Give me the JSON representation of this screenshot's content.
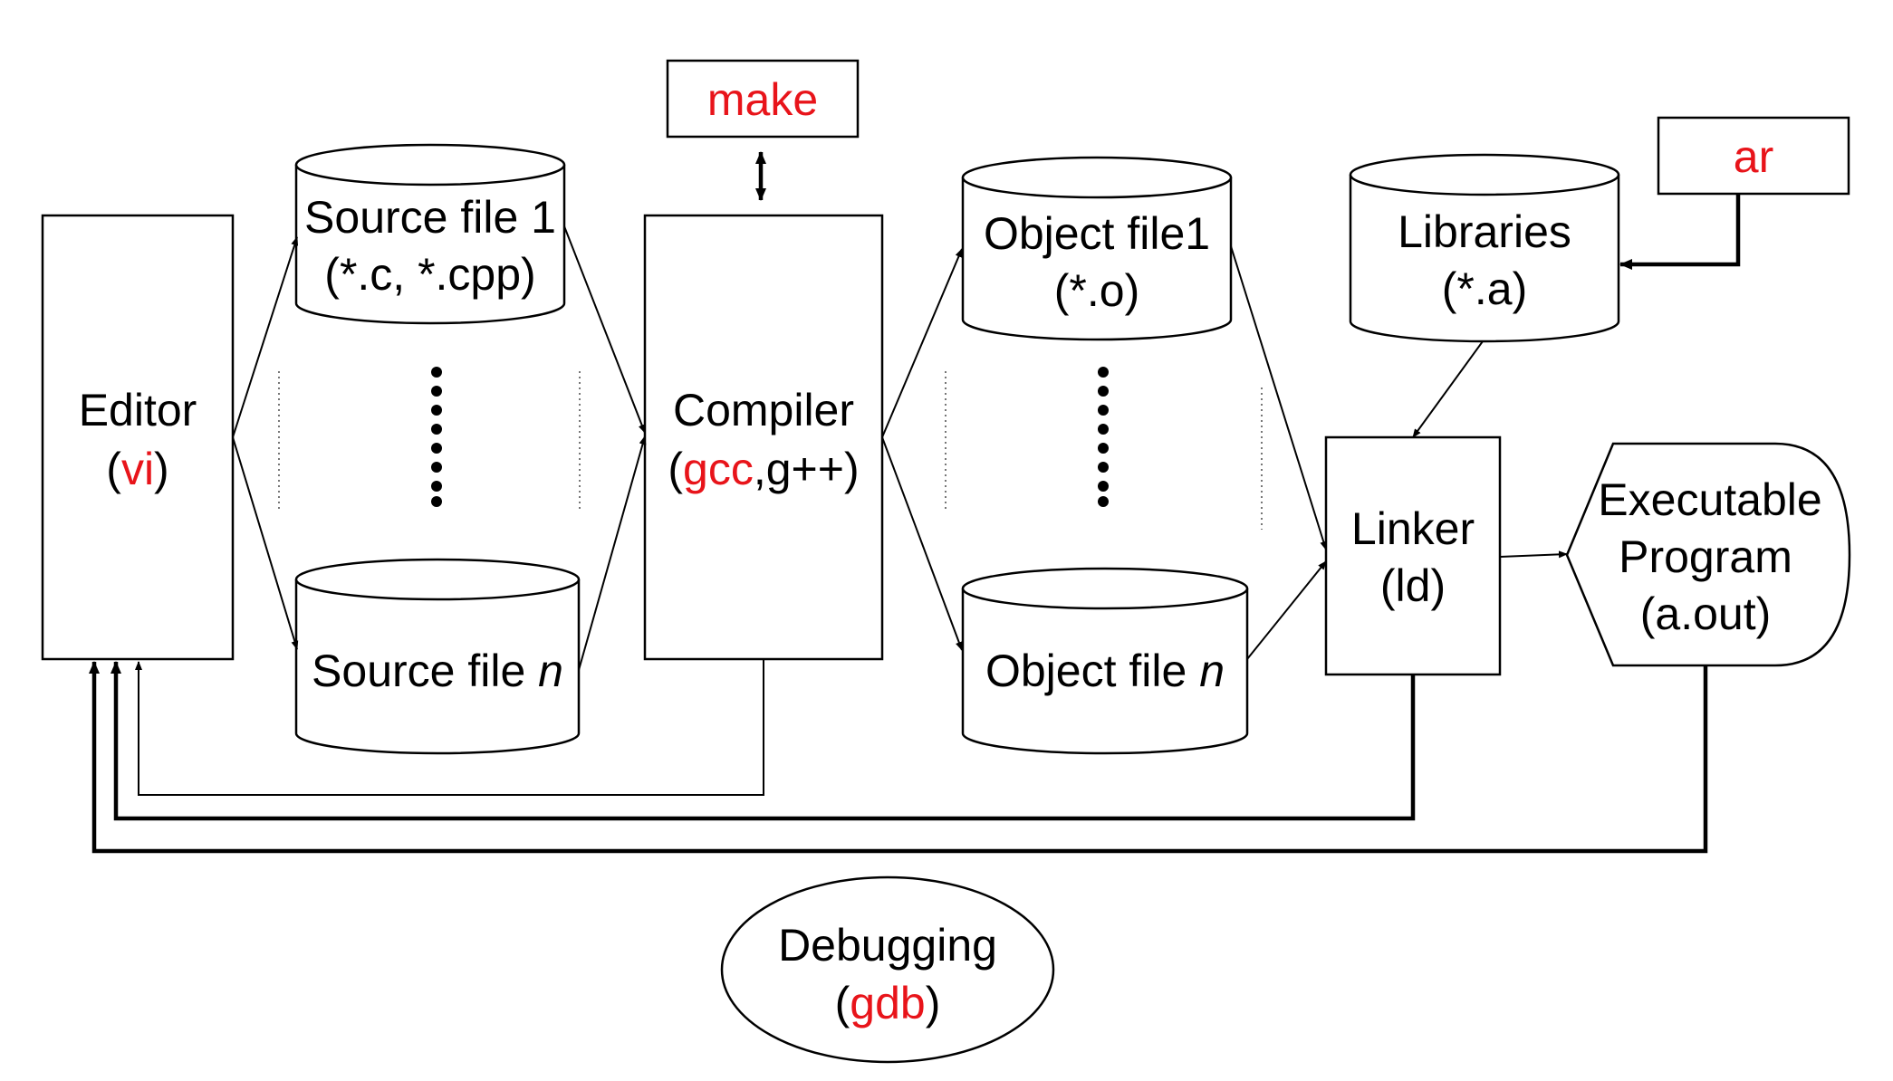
{
  "colors": {
    "stroke": "#000000",
    "accent": "#e8141a",
    "background": "#ffffff"
  },
  "editor": {
    "label": "Editor",
    "tool": "vi"
  },
  "source_file_1": {
    "line1": "Source file 1",
    "line2": "(*.c, *.cpp)"
  },
  "source_file_n": {
    "text": "Source file ",
    "var": "n"
  },
  "make": {
    "label": "make"
  },
  "compiler": {
    "label": "Compiler",
    "tool_red": "gcc",
    "tool_rest": ",g++"
  },
  "object_file_1": {
    "line1": "Object file1",
    "line2": "(*.o)"
  },
  "object_file_n": {
    "text": "Object file ",
    "var": "n"
  },
  "libraries": {
    "line1": "Libraries",
    "line2": "(*.a)"
  },
  "ar": {
    "label": "ar"
  },
  "linker": {
    "line1": "Linker",
    "line2": "(ld)"
  },
  "executable": {
    "line1": "Executable",
    "line2": "Program",
    "line3": "(a.out)"
  },
  "debugging": {
    "label": "Debugging",
    "tool": "gdb"
  },
  "punct": {
    "open": "(",
    "close": ")"
  }
}
